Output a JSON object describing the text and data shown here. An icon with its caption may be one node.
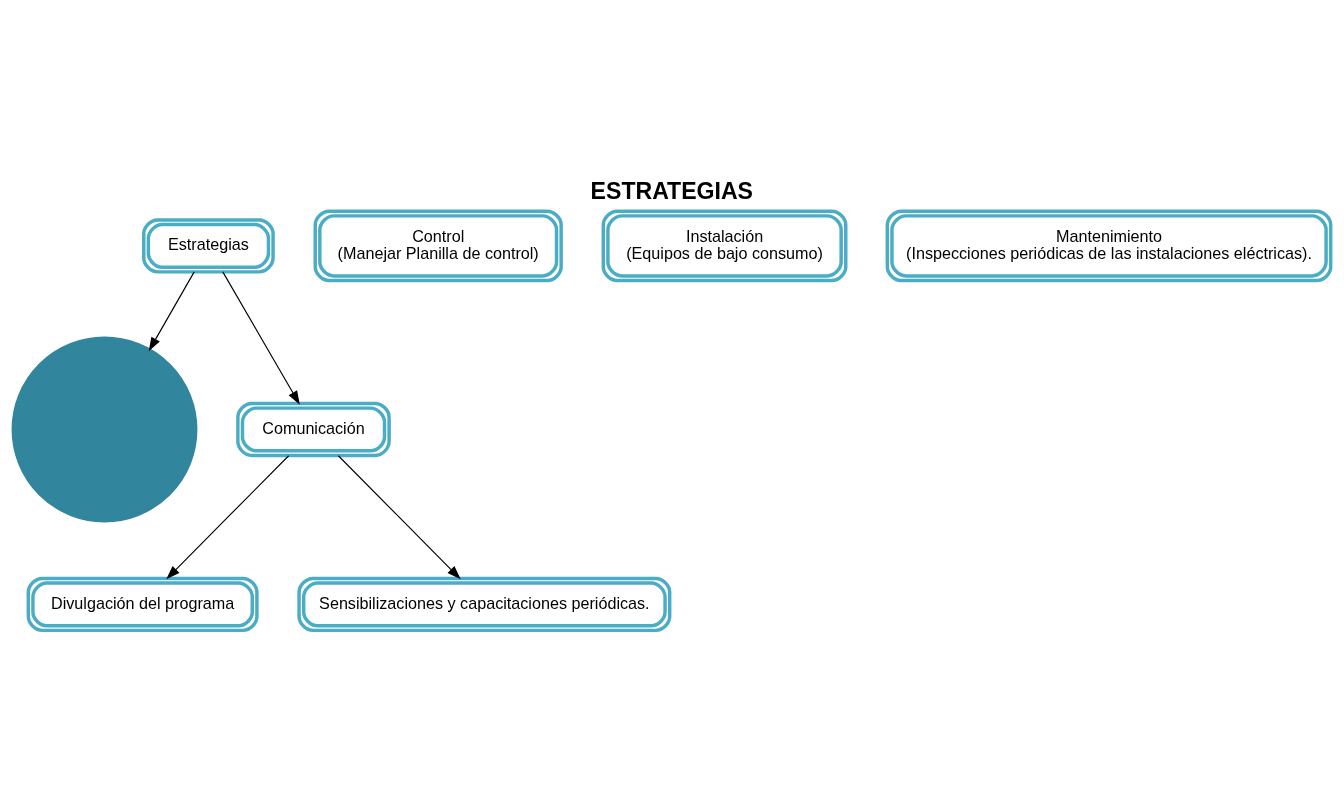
{
  "diagram": {
    "title": "ESTRATEGIAS",
    "nodes": [
      {
        "text": [
          "Estrategias"
        ]
      },
      {
        "text": [],
        "shape": "circle"
      },
      {
        "text": [
          "Comunicación"
        ]
      },
      {
        "text": [
          "Control",
          "(Manejar Planilla de control)"
        ]
      },
      {
        "text": [
          "Instalación",
          "(Equipos de bajo consumo)"
        ]
      },
      {
        "text": [
          "Mantenimiento",
          "(Inspecciones periódicas de las instalaciones eléctricas)."
        ]
      },
      {
        "text": [
          "Divulgación del programa"
        ]
      },
      {
        "text": [
          "Sensibilizaciones y capacitaciones periódicas."
        ]
      }
    ],
    "edges": [
      {
        "from": 0,
        "to": 1,
        "arrow": "to"
      },
      {
        "from": 0,
        "to": 2,
        "arrow": "to"
      },
      {
        "from": 2,
        "to": 6,
        "arrow": "to"
      },
      {
        "from": 2,
        "to": 7,
        "arrow": "to"
      }
    ]
  }
}
